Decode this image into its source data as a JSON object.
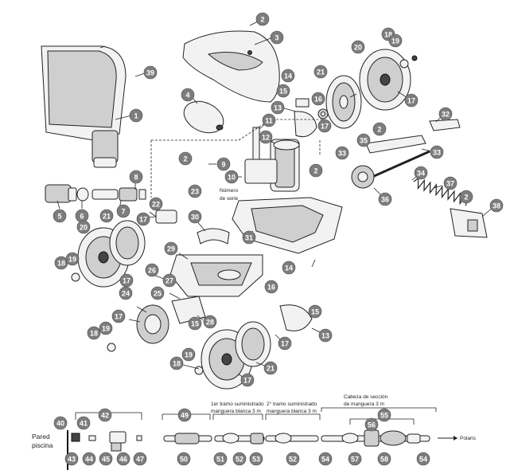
{
  "diagram": {
    "labels": {
      "numero_serie": [
        "Número",
        "de serie"
      ],
      "pared_piscina": [
        "Pared",
        "piscina"
      ],
      "tramo1": [
        "1er tramo suministrado",
        "manguera blanca 3 m"
      ],
      "tramo2": [
        "2° tramo suministrado",
        "manguera blanca 3 m"
      ],
      "cabeza": [
        "Cabeza de sección",
        "de manguera 3 m"
      ],
      "polaris": "Polaris"
    },
    "callouts": [
      "1",
      "2",
      "3",
      "4",
      "5",
      "6",
      "7",
      "8",
      "9",
      "10",
      "11",
      "12",
      "13",
      "14",
      "15",
      "16",
      "17",
      "18",
      "19",
      "20",
      "21",
      "22",
      "23",
      "24",
      "25",
      "26",
      "27",
      "28",
      "29",
      "30",
      "31",
      "32",
      "33",
      "34",
      "35",
      "36",
      "37",
      "38",
      "39",
      "40",
      "41",
      "42",
      "43",
      "44",
      "45",
      "46",
      "47",
      "49",
      "50",
      "51",
      "52",
      "53",
      "54",
      "55",
      "56",
      "57",
      "58"
    ]
  }
}
